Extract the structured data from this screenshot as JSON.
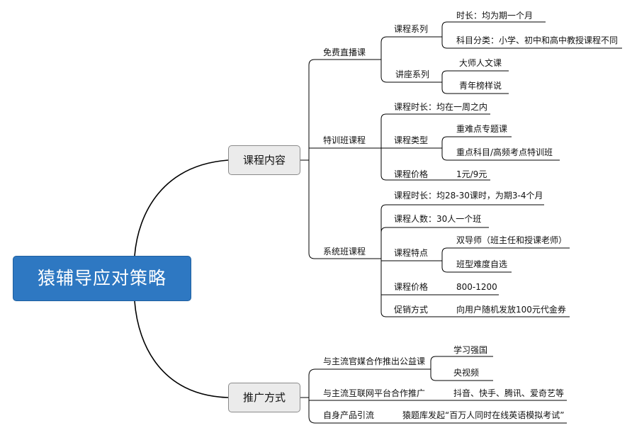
{
  "root": "猿辅导应对策略",
  "branches": [
    {
      "label": "课程内容",
      "children": [
        {
          "label": "免费直播课",
          "children": [
            {
              "label": "课程系列",
              "children": [
                "时长：均为期一个月",
                "科目分类：小学、初中和高中教授课程不同"
              ]
            },
            {
              "label": "讲座系列",
              "children": [
                "大师人文课",
                "青年榜样说"
              ]
            }
          ]
        },
        {
          "label": "特训班课程",
          "children": [
            {
              "label": "课程时长：均在一周之内"
            },
            {
              "label": "课程类型",
              "children": [
                "重难点专题课",
                "重点科目/高频考点特训班"
              ]
            },
            {
              "label": "课程价格",
              "value": "1元/9元"
            }
          ]
        },
        {
          "label": "系统班课程",
          "children": [
            {
              "label": "课程时长：均28-30课时，为期3-4个月"
            },
            {
              "label": "课程人数：30人一个班"
            },
            {
              "label": "课程特点",
              "children": [
                "双导师（班主任和授课老师）",
                "班型难度自选"
              ]
            },
            {
              "label": "课程价格",
              "value": "800-1200"
            },
            {
              "label": "促销方式",
              "value": "向用户随机发放100元代金券"
            }
          ]
        }
      ]
    },
    {
      "label": "推广方式",
      "children": [
        {
          "label": "与主流官媒合作推出公益课",
          "children": [
            "学习强国",
            "央视频"
          ]
        },
        {
          "label": "与主流互联网平台合作推广",
          "value": "抖音、快手、腾讯、爱奇艺等"
        },
        {
          "label": "自身产品引流",
          "value": "猿题库发起“百万人同时在线英语模拟考试”"
        }
      ]
    }
  ]
}
